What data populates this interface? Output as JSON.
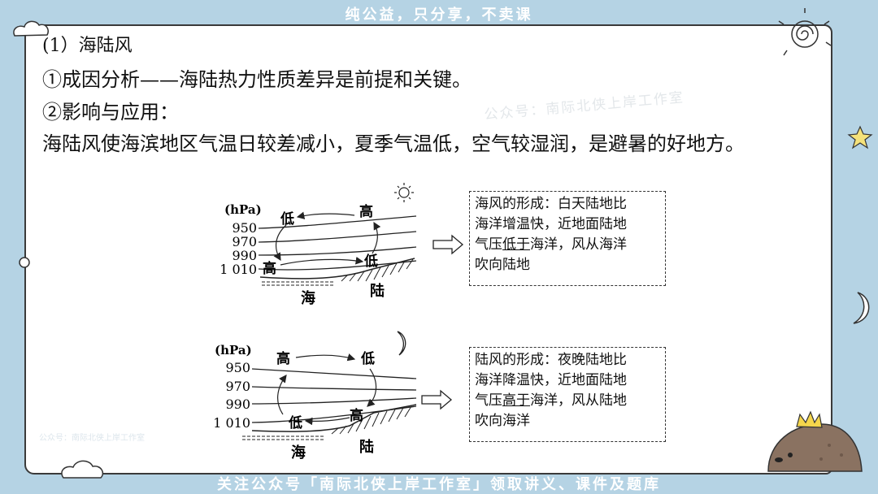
{
  "banners": {
    "top": "纯公益，只分享，不卖课",
    "bottom": "关注公众号「南际北侠上岸工作室」领取讲义、课件及题库"
  },
  "watermark": {
    "main": "公众号：南际北侠上岸工作室",
    "small": "公众号：南际北侠上岸工作室"
  },
  "lesson": {
    "heading": "(1）海陆风",
    "point1": "①成因分析——海陆热力性质差异是前提和关键。",
    "point2": "②影响与应用：",
    "point3": "海陆风使海滨地区气温日较差减小，夏季气温低，空气较湿润，是避暑的好地方。"
  },
  "diagram_day": {
    "unit": "(hPa)",
    "levels": [
      "950",
      "970",
      "990",
      "1 010"
    ],
    "upper_left": "低",
    "upper_right": "高",
    "lower_left": "高",
    "lower_right": "低",
    "sea": "海",
    "land": "陆",
    "icon": "sun-icon"
  },
  "diagram_night": {
    "unit": "(hPa)",
    "levels": [
      "950",
      "970",
      "990",
      "1 010"
    ],
    "upper_left": "高",
    "upper_right": "低",
    "lower_left": "低",
    "lower_right": "高",
    "sea": "海",
    "land": "陆",
    "icon": "moon-icon"
  },
  "box_day": {
    "l1": "海风的形成：白天陆地比",
    "l2": "海洋增温快，近地面陆地",
    "l3a": "气压",
    "l3u": "低于",
    "l3b": "海洋，风从海洋",
    "l4": "吹向陆地"
  },
  "box_night": {
    "l1": "陆风的形成：夜晚陆地比",
    "l2": "海洋降温快，近地面陆地",
    "l3a": "气压",
    "l3u": "高于",
    "l3b": "海洋，风从陆地",
    "l4": "吹向海洋"
  }
}
